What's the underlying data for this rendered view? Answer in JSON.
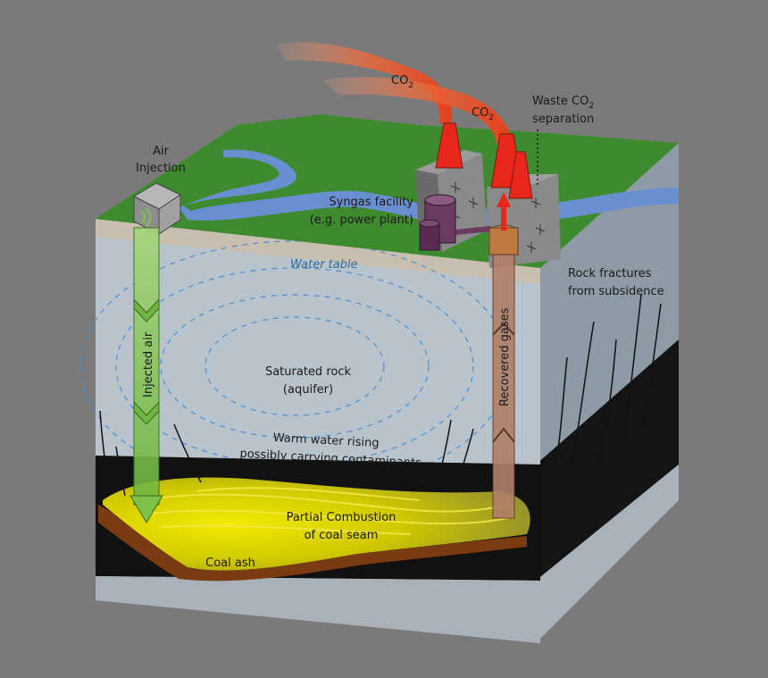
{
  "labels": {
    "air_injection_line1": "Air",
    "air_injection_line2": "Injection",
    "co2_a": "CO",
    "co2_b": "CO",
    "co2_sub": "2",
    "waste_line1": "Waste CO",
    "waste_line1_sub": "2",
    "waste_line2": "separation",
    "syngas_line1": "Syngas facility",
    "syngas_line2": "(e.g. power plant)",
    "water_table": "Water table",
    "rock_fractures_line1": "Rock fractures",
    "rock_fractures_line2": "from subsidence",
    "injected_air": "Injected air",
    "recovered_gases": "Recovered gases",
    "saturated_line1": "Saturated rock",
    "saturated_line2": "(aquifer)",
    "warm_water_line1": "Warm water rising",
    "warm_water_line2": "possibly carrying contaminants",
    "combustion_line1": "Partial Combustion",
    "combustion_line2": "of coal seam",
    "coal_ash": "Coal ash"
  },
  "colors": {
    "background": "#7a7a7a",
    "grass": "#3d8b2e",
    "river": "#6a8fd0",
    "soil_band": "#c8bfb0",
    "aquifer": "#b9c3cc",
    "aquifer_side": "#8e9ba6",
    "coal": "#111111",
    "combustion": "#d9d200",
    "ash": "#7a3a12",
    "smoke": "#e0502a",
    "chimney": "#e8261a",
    "building": "#7b7b7b",
    "purple": "#6a3a60",
    "injected_air": "#7fc24a",
    "recovered": "#b0806a"
  }
}
